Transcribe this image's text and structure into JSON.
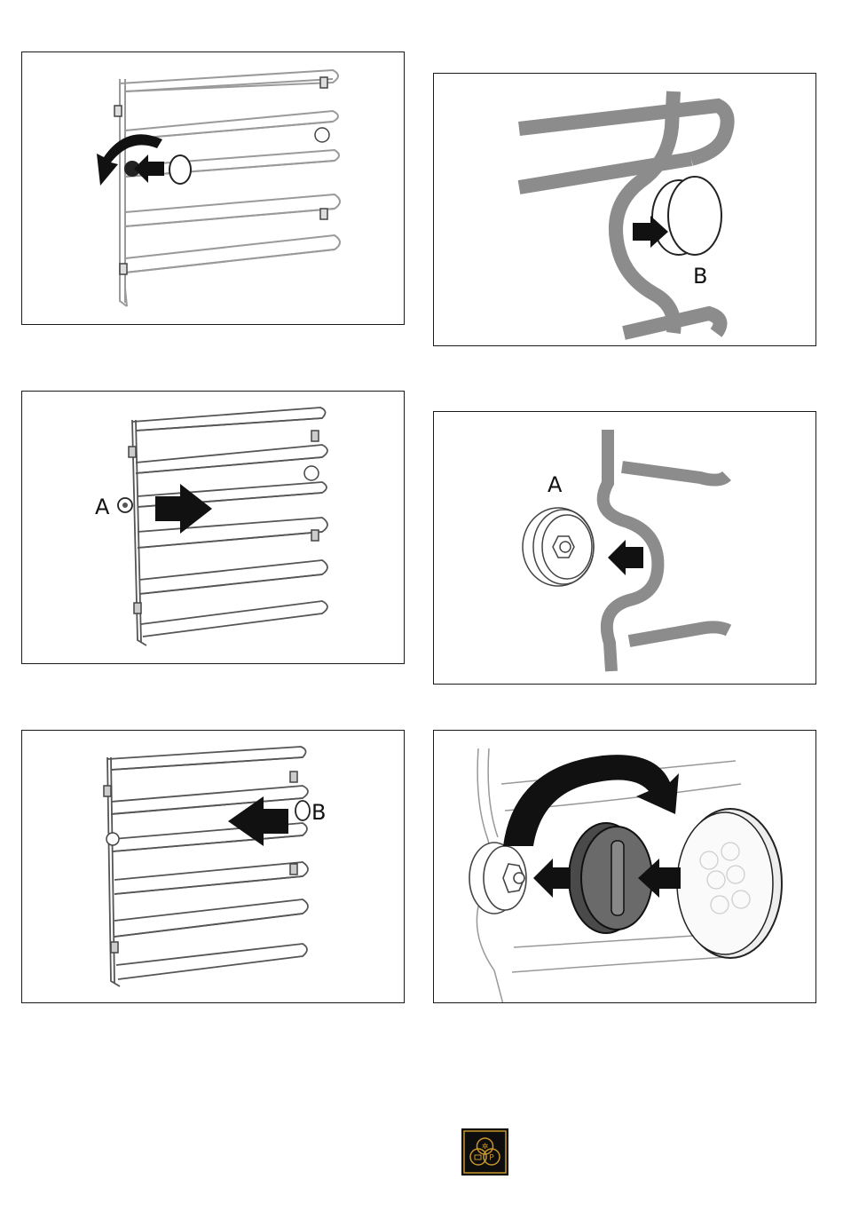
{
  "figures": [
    {
      "id": "fig-1",
      "labels": []
    },
    {
      "id": "fig-2",
      "labels": [
        "B"
      ]
    },
    {
      "id": "fig-3",
      "labels": [
        "A"
      ]
    },
    {
      "id": "fig-4",
      "labels": [
        "A"
      ]
    },
    {
      "id": "fig-5",
      "labels": [
        "B"
      ]
    },
    {
      "id": "fig-6",
      "labels": []
    }
  ],
  "logo": {
    "icon": "three-circle-symbol-icon",
    "accent": "#c8962a"
  }
}
